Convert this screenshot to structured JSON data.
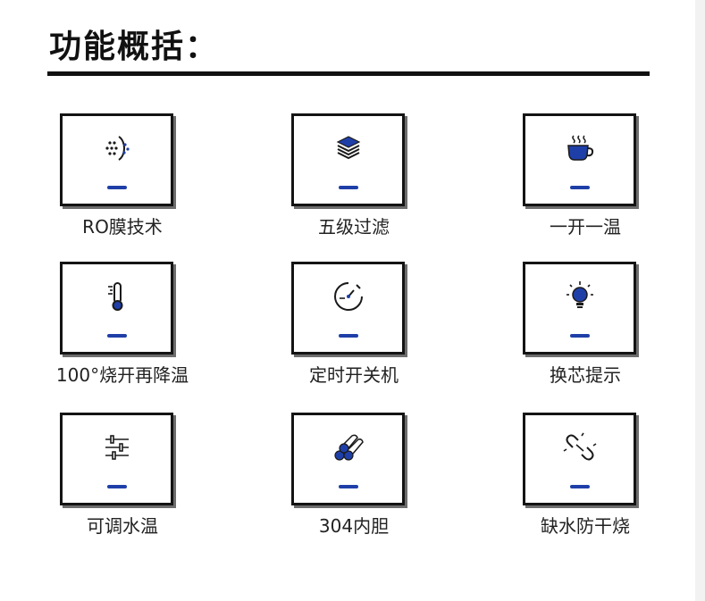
{
  "page": {
    "title": "功能概括："
  },
  "features": [
    {
      "label": "RO膜技术",
      "icon": "ro-membrane-icon"
    },
    {
      "label": "五级过滤",
      "icon": "layers-filter-icon"
    },
    {
      "label": "一开一温",
      "icon": "hot-cup-icon"
    },
    {
      "label": "100°烧开再降温",
      "icon": "thermometer-icon"
    },
    {
      "label": "定时开关机",
      "icon": "timer-icon"
    },
    {
      "label": "换芯提示",
      "icon": "lightbulb-icon"
    },
    {
      "label": "可调水温",
      "icon": "sliders-icon"
    },
    {
      "label": "304内胆",
      "icon": "steel-rods-icon"
    },
    {
      "label": "缺水防干烧",
      "icon": "broken-link-icon"
    }
  ],
  "colors": {
    "accent": "#1f3fa8",
    "border": "#141414",
    "text": "#222222"
  }
}
